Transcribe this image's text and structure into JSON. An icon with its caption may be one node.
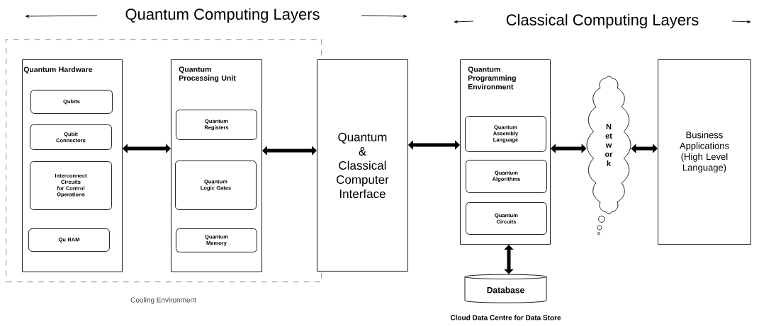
{
  "diagram": {
    "nodes": [
      {
        "text": [
          "Cooling Environment"
        ]
      },
      {
        "text": [
          "Quantum Hardware"
        ],
        "in": 0
      },
      {
        "text": [
          "Qubits"
        ],
        "in": 1
      },
      {
        "text": [
          "Qubit Connectors"
        ],
        "in": 1
      },
      {
        "text": [
          "Interconnect Circuits for Control Operations"
        ],
        "in": 1
      },
      {
        "text": [
          "Qu RAM"
        ],
        "in": 1
      },
      {
        "text": [
          "Quantum Processing Unit"
        ],
        "in": 0
      },
      {
        "text": [
          "Quantum Registers"
        ],
        "in": 6
      },
      {
        "text": [
          "Quantum Logic Gates"
        ],
        "in": 6
      },
      {
        "text": [
          "Quantum Memory"
        ],
        "in": 6
      },
      {
        "text": [
          "Quantum & Classical Computer Interface"
        ]
      },
      {
        "text": [
          "Quantum Programming Environment"
        ]
      },
      {
        "text": [
          "Quantum Assembly Language"
        ],
        "in": 11
      },
      {
        "text": [
          "Quantum Algorithms"
        ],
        "in": 11
      },
      {
        "text": [
          "Quantum Circuits"
        ],
        "in": 11
      },
      {
        "text": [
          "N et w or k"
        ]
      },
      {
        "text": [
          "Database"
        ],
        "beside": [
          "Cloud Data Centre for Data Store"
        ]
      },
      {
        "text": [
          "Business Applications (High Level Language)"
        ]
      }
    ],
    "edges": [
      {
        "from": 1,
        "to": 6,
        "arrow": "both"
      },
      {
        "from": 6,
        "to": 10,
        "arrow": "both"
      },
      {
        "from": 10,
        "to": 11,
        "arrow": "both"
      },
      {
        "from": 11,
        "to": 15,
        "arrow": "both"
      },
      {
        "from": 15,
        "to": 17,
        "arrow": "both"
      },
      {
        "from": 11,
        "to": 16,
        "arrow": "both"
      }
    ],
    "labels": [
      "Quantum Computing Layers",
      "Classical Computing Layers"
    ]
  }
}
